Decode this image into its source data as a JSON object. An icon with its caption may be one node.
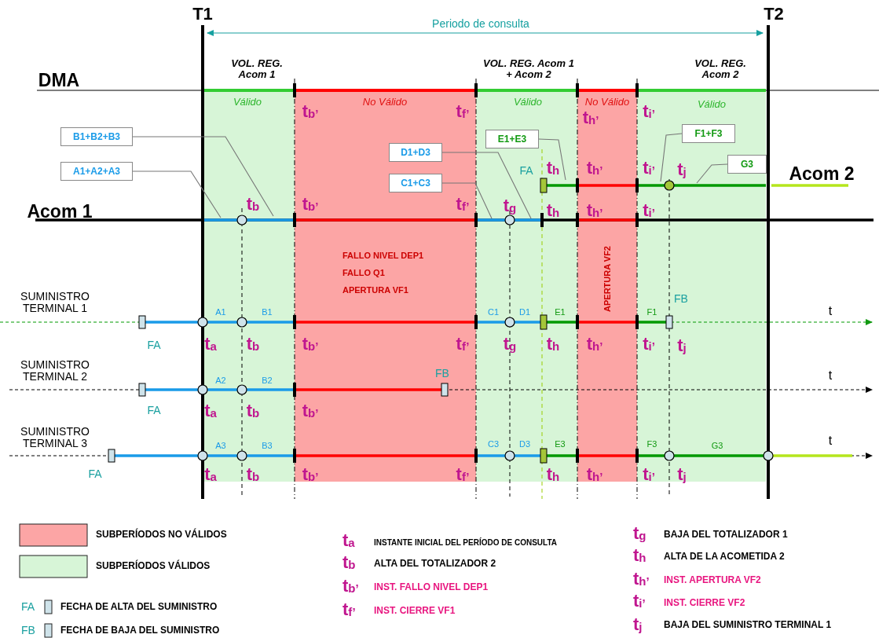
{
  "diagram": {
    "nodes": [
      {
        "text": [
          "B1+B2+B3"
        ]
      },
      {
        "text": [
          "A1+A2+A3"
        ]
      },
      {
        "text": [
          "D1+D3"
        ]
      },
      {
        "text": [
          "C1+C3"
        ]
      },
      {
        "text": [
          "E1+E3"
        ]
      },
      {
        "text": [
          "F1+F3"
        ]
      },
      {
        "text": [
          "G3"
        ]
      }
    ],
    "edges": [
      {
        "from": 0,
        "to": null,
        "arrow": "none"
      },
      {
        "from": 1,
        "to": null,
        "arrow": "none"
      },
      {
        "from": 2,
        "to": null,
        "arrow": "none"
      },
      {
        "from": 3,
        "to": null,
        "arrow": "none"
      },
      {
        "from": 4,
        "to": null,
        "arrow": "none"
      },
      {
        "from": 5,
        "to": null,
        "arrow": "none"
      },
      {
        "from": 6,
        "to": null,
        "arrow": "none"
      }
    ],
    "labels": [
      "T1",
      "T2",
      "Periodo de consulta",
      "VOL. REG. Acom 1",
      "VOL. REG. Acom 1 + Acom 2",
      "VOL. REG. Acom 2",
      "DMA",
      "Válido",
      "No Válido",
      "Válido",
      "No Válido",
      "Válido",
      "t$_{b’}$",
      "t$_{f’}$",
      "t$_{h’}$",
      "t$_{i’}$",
      "FA",
      "t$_{h}$",
      "t$_{h’}$",
      "t$_{i’}$",
      "t$_{j}$",
      "Acom 2",
      "Acom 1",
      "t$_{b}$",
      "t$_{b’}$",
      "t$_{f’}$",
      "t$_{g}$",
      "t$_{h}$",
      "t$_{h’}$",
      "t$_{i’}$",
      "FALLO NIVEL DEP1",
      "FALLO Q1",
      "APERTURA VF1",
      "APERTURA VF2",
      "SUMINISTRO TERMINAL 1",
      "A1",
      "B1",
      "C1",
      "D1",
      "E1",
      "F1",
      "FB",
      "t",
      "FA",
      "t$_{a}$",
      "t$_{b}$",
      "t$_{b’}$",
      "t$_{f’}$",
      "t$_{g}$",
      "t$_{h}$",
      "t$_{h’}$",
      "t$_{i’}$",
      "t$_{j}$",
      "SUMINISTRO TERMINAL 2",
      "A2",
      "B2",
      "FB",
      "t",
      "FA",
      "t$_{a}$",
      "t$_{b}$",
      "t$_{b’}$",
      "SUMINISTRO TERMINAL 3",
      "A3",
      "B3",
      "C3",
      "D3",
      "E3",
      "F3",
      "G3",
      "t",
      "FA",
      "t$_{a}$",
      "t$_{b}$",
      "t$_{b’}$",
      "t$_{f’}$",
      "t$_{h}$",
      "t$_{h’}$",
      "t$_{i’}$",
      "t$_{j}$",
      "FA",
      "FB",
      "t$_{a}$",
      "INSTANTE INICIAL DEL PERÍODO DE CONSULTA",
      "t$_{b}$",
      "ALTA DEL TOTALIZADOR 2",
      "t$_{b’}$",
      "INST. FALLO NIVEL DEP1",
      "t$_{f’}$",
      "INST. CIERRE VF1",
      "t$_{g}$",
      "BAJA DEL TOTALIZADOR 1",
      "t$_{h}$",
      "ALTA DE LA ACOMETIDA 2",
      "t$_{h’}$",
      "INST. APERTURA VF2",
      "t$_{i’}$",
      "INST. CIERRE VF2",
      "t$_{j}$",
      "BAJA DEL SUMINISTRO TERMINAL 1"
    ],
    "legend": [
      {
        "text": "SUBPERÍODOS NO VÁLIDOS",
        "color": "#fca5a5"
      },
      {
        "text": "SUBPERÍODOS VÁLIDOS",
        "color": "#d7f5d7"
      },
      {
        "text": "FECHA DE ALTA DEL SUMINISTRO"
      },
      {
        "text": "FECHA DE BAJA DEL SUMINISTRO"
      }
    ]
  }
}
